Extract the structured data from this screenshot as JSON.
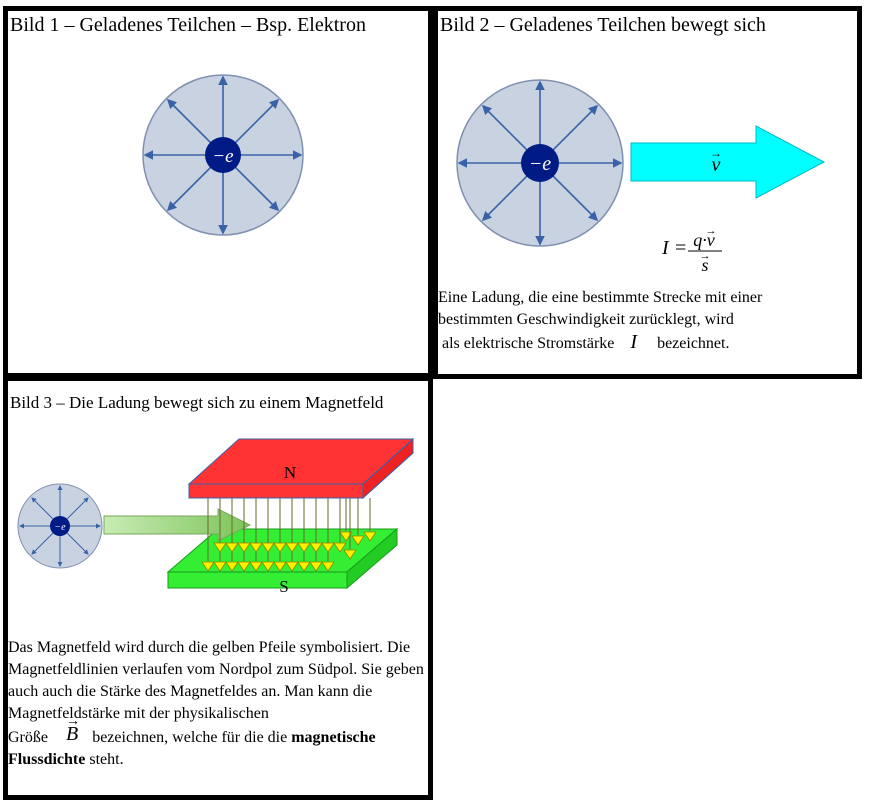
{
  "panel1": {
    "title": "Bild 1 – Geladenes Teilchen – Bsp. Elektron",
    "charge_label": "−e"
  },
  "panel2": {
    "title": "Bild 2 – Geladenes Teilchen bewegt sich",
    "charge_label": "−e",
    "velocity_label": "v",
    "formula": {
      "lhs": "I",
      "eq": "=",
      "numerator": "q·v",
      "denominator": "s"
    },
    "text_line1": "Eine Ladung, die eine bestimmte Strecke mit einer",
    "text_line2": "bestimmten Geschwindigkeit zurücklegt, wird",
    "text_line3a": "als elektrische Stromstärke",
    "symbol": "I",
    "text_line3b": "bezeichnet."
  },
  "panel3": {
    "title": "Bild 3 – Die Ladung bewegt sich zu einem Magnetfeld",
    "charge_label": "−e",
    "north_label": "N",
    "south_label": "S",
    "para_a": "Das Magnetfeld wird durch die gelben Pfeile symbolisiert. Die Magnetfeldlinien verlaufen vom Nordpol zum Südpol. Sie geben auch auch die Stärke des Magnetfeldes an. Man kann die Magnetfeldstärke mit der physikalischen",
    "para_b_start": "Größe",
    "symbol_b": "B",
    "para_b_mid": "bezeichnen, welche für die die ",
    "para_b_bold": "magnetische Flussdichte",
    "para_b_end": " steht."
  },
  "colors": {
    "sphere_fill": "#c8d2e0",
    "sphere_stroke": "#8090b0",
    "field_line": "#3a62a8",
    "core": "#001b86",
    "velocity_arrow": "#00ffff",
    "north_pole": "#ff3333",
    "south_pole": "#33ee33",
    "field_arrow": "#ffee00"
  }
}
